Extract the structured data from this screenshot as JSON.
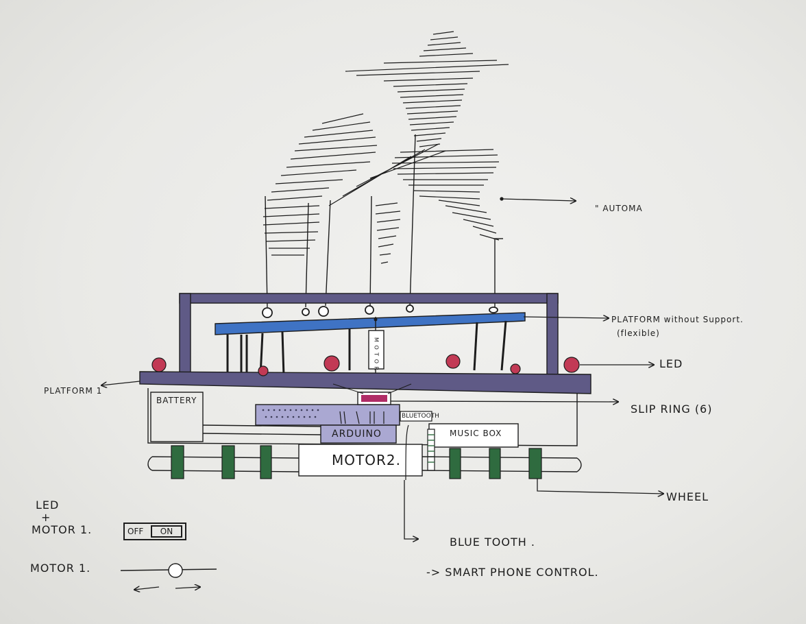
{
  "labels": {
    "automa": "\" AUTOMA",
    "platform_without_support": "PLATFORM without Support.",
    "flexible": "(flexible)",
    "led": "LED",
    "slip_ring": "SLIP RING (6)",
    "platform1": "PLATFORM 1",
    "battery": "BATTERY",
    "bluetooth_module": "BLUETOOTH",
    "arduino": "ARDUINO",
    "music_box": "MUSIC BOX",
    "motor2": "MOTOR2.",
    "wheel": "WHEEL",
    "motor_vertical": "M O T O R",
    "bluetooth": "BLUE TOOTH .",
    "smartphone_control": "-> SMART PHONE  CONTROL."
  },
  "controls": {
    "led_line1": "LED",
    "led_plus": "+",
    "led_line2": "MOTOR 1.",
    "switch_off": "OFF",
    "switch_on": "ON",
    "motor1_label": "MOTOR 1."
  },
  "colors": {
    "frame_purple": "#5f5a86",
    "platform_blue": "#3f73c4",
    "led_red": "#c23a55",
    "wheel_green": "#2f6b3f",
    "arduino_lavender": "#aaa8d2",
    "slip_ring_magenta": "#b02c66"
  }
}
